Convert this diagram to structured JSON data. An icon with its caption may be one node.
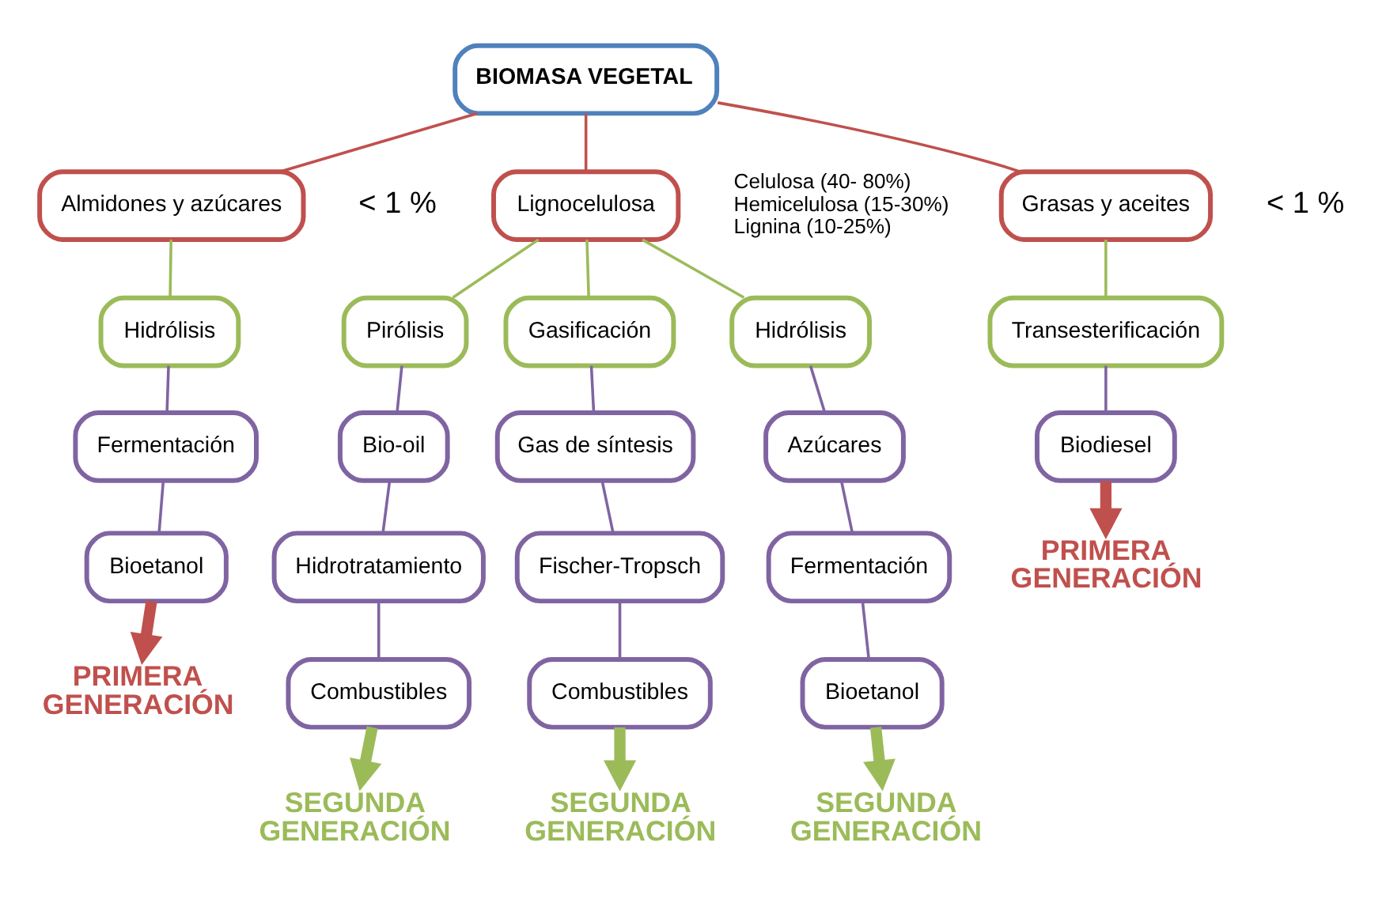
{
  "diagram": {
    "nodes": [
      {
        "text": [
          "BIOMASA VEGETAL"
        ]
      },
      {
        "text": [
          "Almidones y azúcares"
        ],
        "beside": [
          "< 1 %"
        ]
      },
      {
        "text": [
          "Lignocelulosa"
        ],
        "beside": [
          "Celulosa (40- 80%)",
          "Hemicelulosa (15-30%)",
          "Lignina (10-25%)"
        ]
      },
      {
        "text": [
          "Grasas y aceites"
        ],
        "beside": [
          "< 1 %"
        ]
      },
      {
        "text": [
          "Hidrólisis"
        ]
      },
      {
        "text": [
          "Fermentación"
        ]
      },
      {
        "text": [
          "Bioetanol"
        ]
      },
      {
        "text": [
          "Pirólisis"
        ]
      },
      {
        "text": [
          "Bio-oil"
        ]
      },
      {
        "text": [
          "Hidrotratamiento"
        ]
      },
      {
        "text": [
          "Combustibles"
        ]
      },
      {
        "text": [
          "Gasificación"
        ]
      },
      {
        "text": [
          "Gas de síntesis"
        ]
      },
      {
        "text": [
          "Fischer-Tropsch"
        ]
      },
      {
        "text": [
          "Combustibles"
        ]
      },
      {
        "text": [
          "Hidrólisis"
        ]
      },
      {
        "text": [
          "Azúcares"
        ]
      },
      {
        "text": [
          "Fermentación"
        ]
      },
      {
        "text": [
          "Bioetanol"
        ]
      },
      {
        "text": [
          "Transesterificación"
        ]
      },
      {
        "text": [
          "Biodiesel"
        ]
      },
      {
        "text": [
          "PRIMERA GENERACIÓN"
        ]
      },
      {
        "text": [
          "SEGUNDA GENERACIÓN"
        ]
      },
      {
        "text": [
          "SEGUNDA GENERACIÓN"
        ]
      },
      {
        "text": [
          "SEGUNDA GENERACIÓN"
        ]
      },
      {
        "text": [
          "PRIMERA GENERACIÓN"
        ]
      }
    ],
    "edges": [
      {
        "from": 0,
        "to": 1,
        "arrow": "none",
        "color": "#c0504d"
      },
      {
        "from": 0,
        "to": 2,
        "arrow": "none",
        "color": "#c0504d"
      },
      {
        "from": 0,
        "to": 3,
        "arrow": "none",
        "color": "#c0504d"
      },
      {
        "from": 1,
        "to": 4,
        "arrow": "none",
        "color": "#9bbb59"
      },
      {
        "from": 4,
        "to": 5,
        "arrow": "none"
      },
      {
        "from": 5,
        "to": 6,
        "arrow": "none"
      },
      {
        "from": 2,
        "to": 7,
        "arrow": "none",
        "color": "#9bbb59"
      },
      {
        "from": 2,
        "to": 11,
        "arrow": "none",
        "color": "#9bbb59"
      },
      {
        "from": 2,
        "to": 15,
        "arrow": "none",
        "color": "#9bbb59"
      },
      {
        "from": 7,
        "to": 8,
        "arrow": "none"
      },
      {
        "from": 8,
        "to": 9,
        "arrow": "none"
      },
      {
        "from": 9,
        "to": 10,
        "arrow": "none"
      },
      {
        "from": 11,
        "to": 12,
        "arrow": "none"
      },
      {
        "from": 12,
        "to": 13,
        "arrow": "none"
      },
      {
        "from": 13,
        "to": 14,
        "arrow": "none"
      },
      {
        "from": 15,
        "to": 16,
        "arrow": "none"
      },
      {
        "from": 16,
        "to": 17,
        "arrow": "none"
      },
      {
        "from": 17,
        "to": 18,
        "arrow": "none"
      },
      {
        "from": 3,
        "to": 19,
        "arrow": "none",
        "color": "#9bbb59"
      },
      {
        "from": 19,
        "to": 20,
        "arrow": "none"
      },
      {
        "from": 6,
        "to": 21,
        "arrow": "to",
        "style": "thick",
        "color": "#c0504d"
      },
      {
        "from": 10,
        "to": 22,
        "arrow": "to",
        "style": "thick",
        "color": "#9bbb59"
      },
      {
        "from": 14,
        "to": 23,
        "arrow": "to",
        "style": "thick",
        "color": "#9bbb59"
      },
      {
        "from": 18,
        "to": 24,
        "arrow": "to",
        "style": "thick",
        "color": "#9bbb59"
      },
      {
        "from": 20,
        "to": 25,
        "arrow": "to",
        "style": "thick",
        "color": "#c0504d"
      }
    ]
  }
}
